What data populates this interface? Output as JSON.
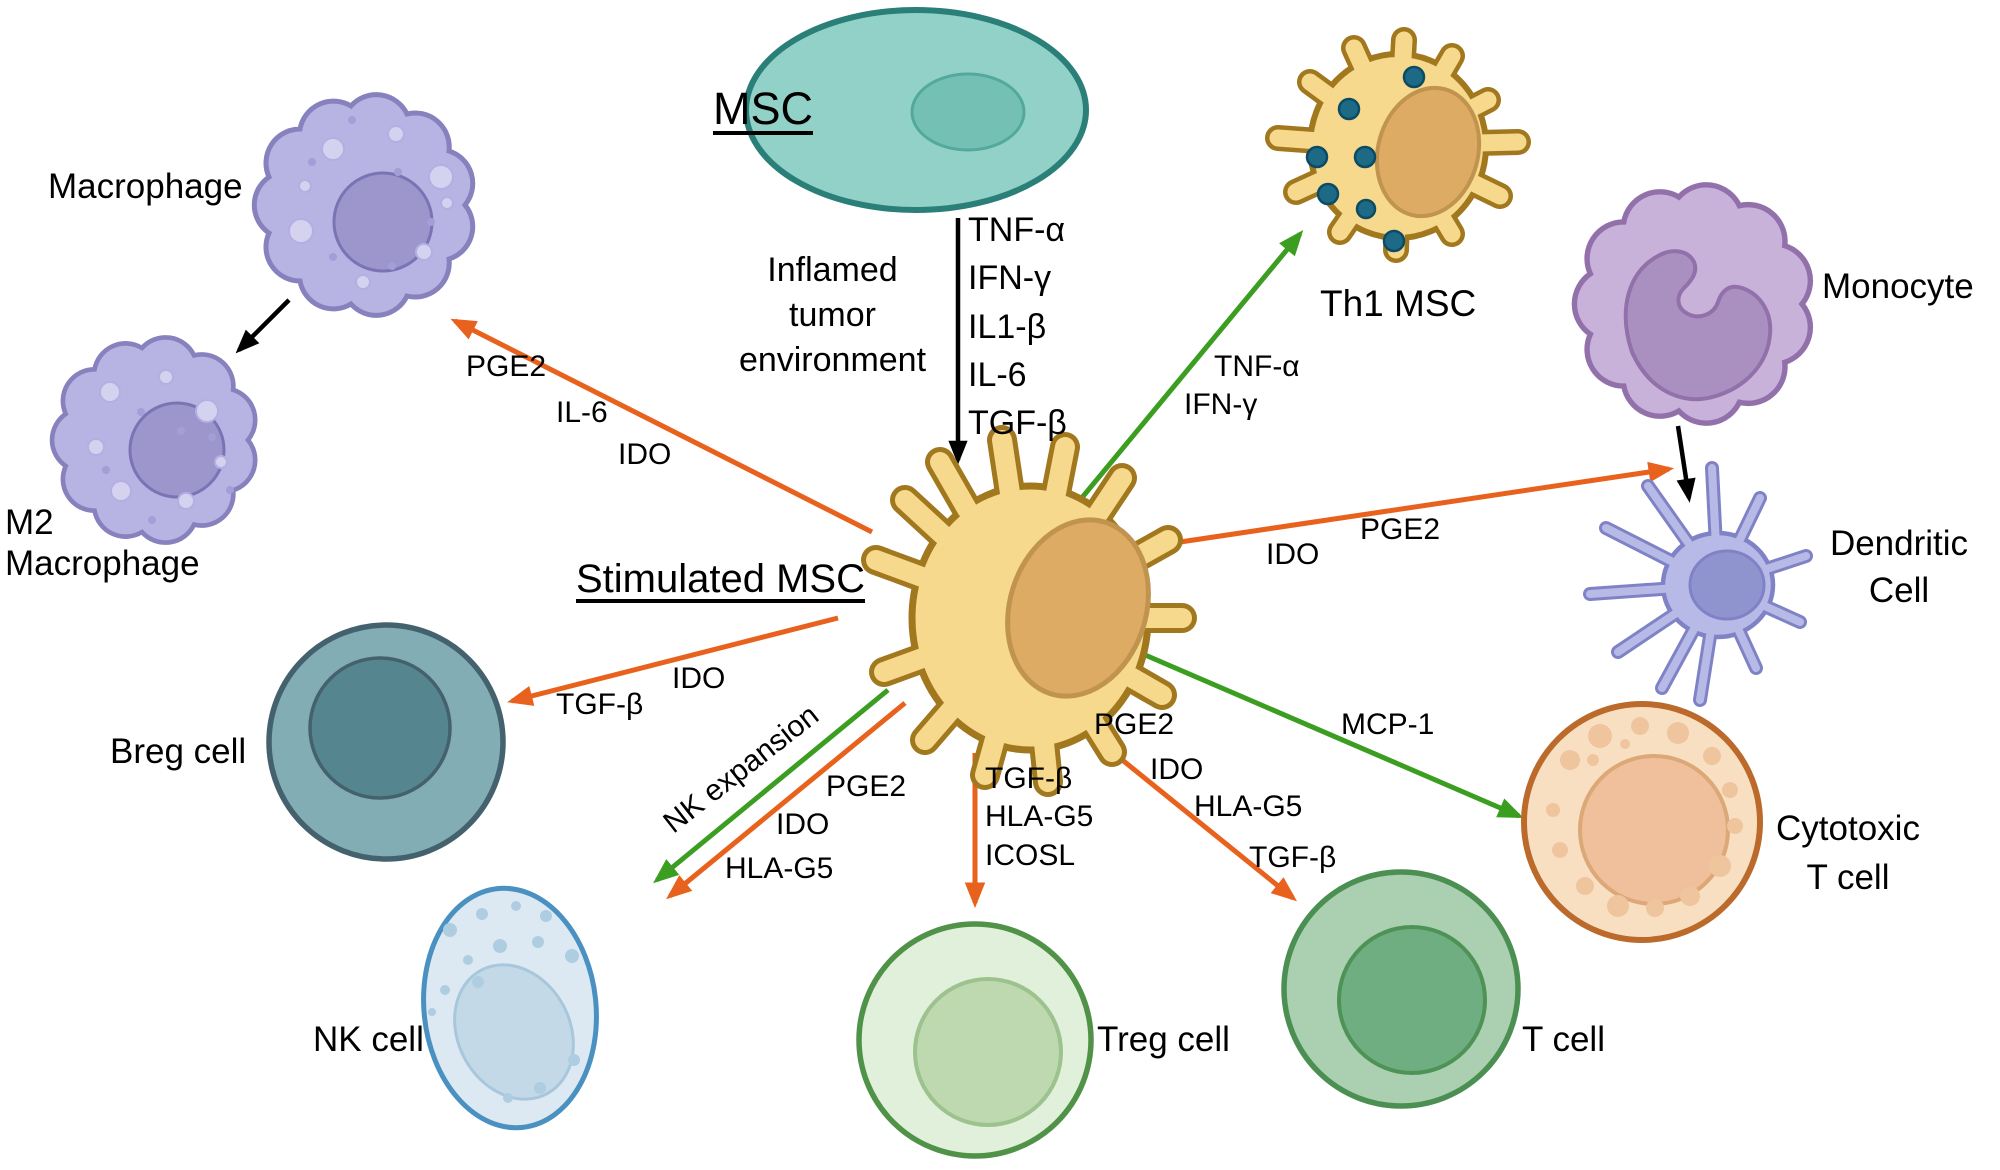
{
  "cells": {
    "msc": "MSC",
    "stimulated_msc": "Stimulated MSC",
    "th1_msc": "Th1 MSC",
    "macrophage": "Macrophage",
    "m2_macrophage": "M2\nMacrophage",
    "monocyte": "Monocyte",
    "dendritic_cell": "Dendritic\nCell",
    "breg": "Breg cell",
    "nk": "NK cell",
    "treg": "Treg cell",
    "t_cell": "T cell",
    "cytotoxic_t": "Cytotoxic\nT cell"
  },
  "annotations": {
    "environment": "Inflamed\ntumor\nenvironment",
    "msc_stimuli": "TNF-α\nIFN-γ\nIL1-β\nIL-6\nTGF-β",
    "to_macrophage": [
      "PGE2",
      "IL-6",
      "IDO"
    ],
    "to_th1": [
      "TNF-α",
      "IFN-γ"
    ],
    "to_dendritic": [
      "IDO",
      "PGE2"
    ],
    "to_cytotoxic": "MCP-1",
    "to_breg": [
      "IDO",
      "TGF-β"
    ],
    "nk_expansion": "NK expansion",
    "to_nk": [
      "PGE2",
      "IDO",
      "HLA-G5"
    ],
    "to_treg": "TGF-β\nHLA-G5\nICOSL",
    "to_t_cell": [
      "PGE2",
      "IDO",
      "HLA-G5",
      "TGF-β"
    ]
  },
  "colors": {
    "teal_fill": "#92D1C7",
    "teal_stroke": "#2A7F78",
    "teal_nucleus": "#74C0B4",
    "yellow_fill": "#F6D98D",
    "yellow_stroke": "#A2781F",
    "yellow_nucleus": "#DDAB63",
    "purple_fill": "#B7B3E2",
    "purple_stroke": "#8781BD",
    "purple_nucleus": "#9C96CD",
    "monocyte_fill": "#C8B2DA",
    "monocyte_stroke": "#9271AB",
    "monocyte_nucleus": "#AA8FC1",
    "dendritic_fill": "#B7BAE6",
    "dendritic_stroke": "#7F83C6",
    "dendritic_nucleus": "#9094CE",
    "breg_fill": "#82ADB4",
    "breg_stroke": "#44616E",
    "breg_nucleus": "#55858F",
    "nk_fill": "#DCE9F2",
    "nk_stroke": "#4A90C1",
    "nk_nucleus": "#C3D9E8",
    "treg_fill": "#E0F0DA",
    "treg_stroke": "#4F9248",
    "treg_nucleus": "#BED8B0",
    "tcell_fill": "#ABD0B1",
    "tcell_stroke": "#4C8F52",
    "tcell_nucleus": "#6FAE80",
    "ctl_fill": "#F9DFC2",
    "ctl_stroke": "#BB6A2B",
    "ctl_nucleus": "#EFC09B",
    "th1_dot": "#1D6A87",
    "arrow_orange": "#E8611D",
    "arrow_green": "#3C9E21",
    "arrow_black": "#000000"
  }
}
